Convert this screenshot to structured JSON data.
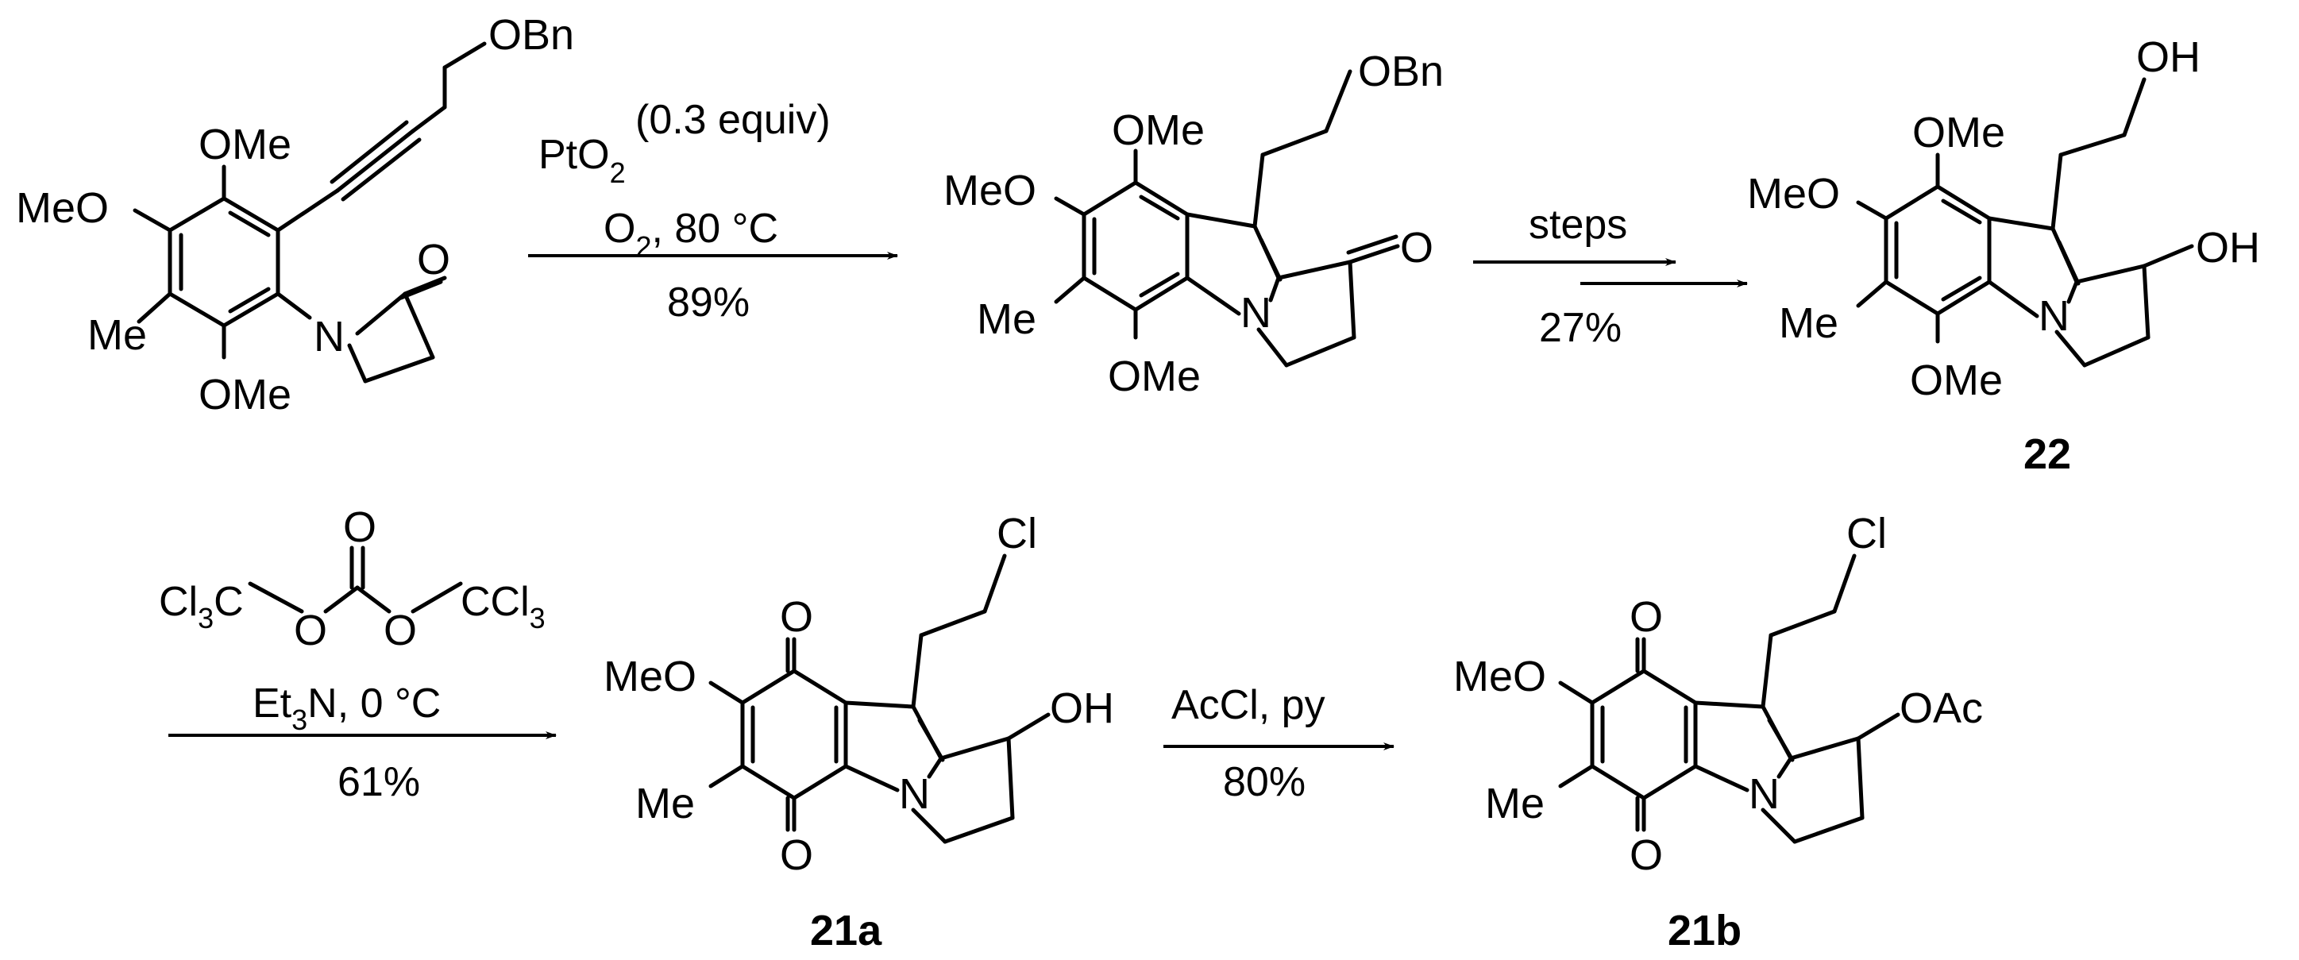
{
  "scheme": {
    "labels": {
      "obn": "OBn",
      "ome": "OMe",
      "meo": "MeO",
      "me": "Me",
      "n": "N",
      "o": "O",
      "oh": "OH",
      "cl": "Cl",
      "oac": "OAc",
      "ccl3": "CCl",
      "cl3c": "Cl",
      "sub3": "3",
      "c": "C"
    },
    "reactions": {
      "r1": {
        "reagent": "PtO",
        "reagent_sub": "2",
        "equiv": "(0.3 equiv)",
        "cond": "O",
        "cond_sub": "2",
        "cond_rest": ", 80 °C",
        "yield": "89%"
      },
      "r2": {
        "reagent": "steps",
        "yield": "27%"
      },
      "r3": {
        "cond": "Et",
        "cond_sub": "3",
        "cond_rest": "N, 0 °C",
        "yield": "61%"
      },
      "r4": {
        "reagent": "AcCl, py",
        "yield": "80%"
      }
    },
    "compounds": {
      "c22": "22",
      "c21a": "21a",
      "c21b": "21b"
    }
  }
}
